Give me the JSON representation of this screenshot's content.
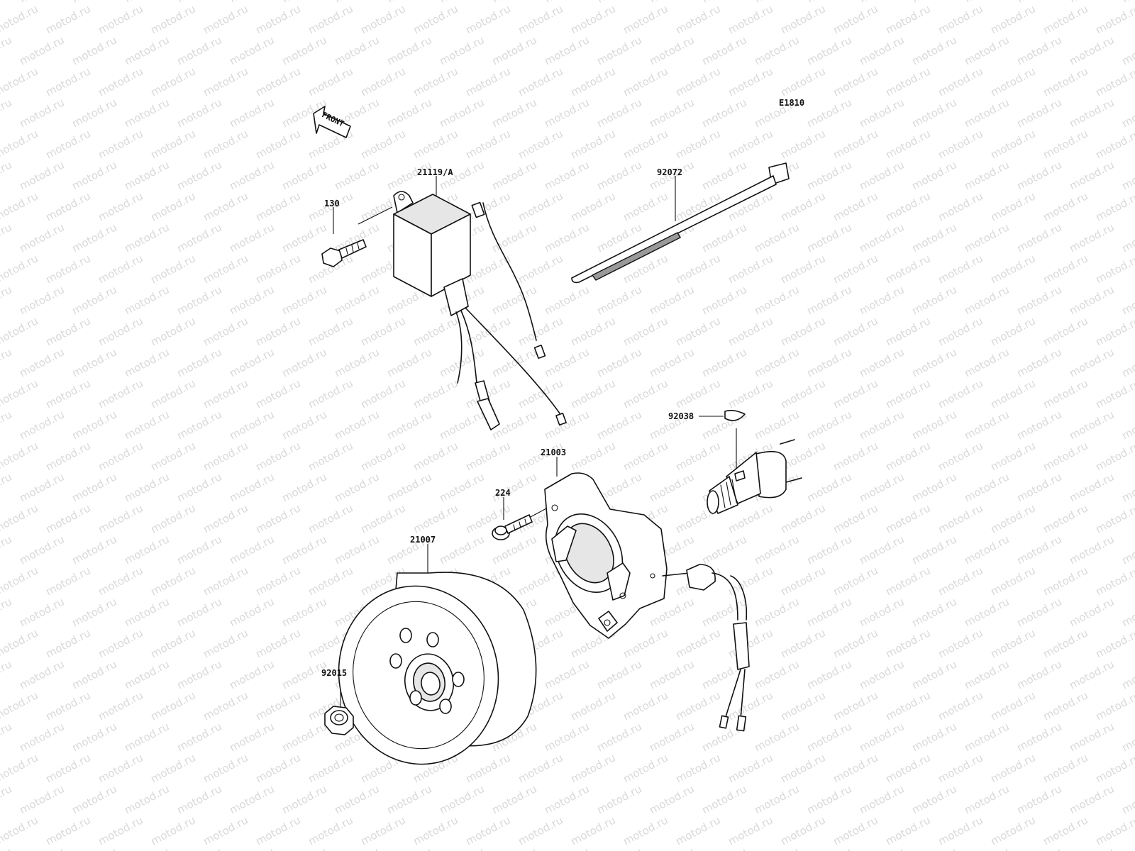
{
  "diagram_code": "E1810",
  "front_label": "FRONT",
  "parts": {
    "cdi_unit": "21119/A",
    "bolt_cdi": "130",
    "cable_tie": "92072",
    "key": "92038",
    "stator": "21003",
    "screw": "224",
    "flywheel": "21007",
    "nut": "92015"
  },
  "watermark": {
    "text": "motod.ru",
    "color": "#d9d9d9"
  }
}
